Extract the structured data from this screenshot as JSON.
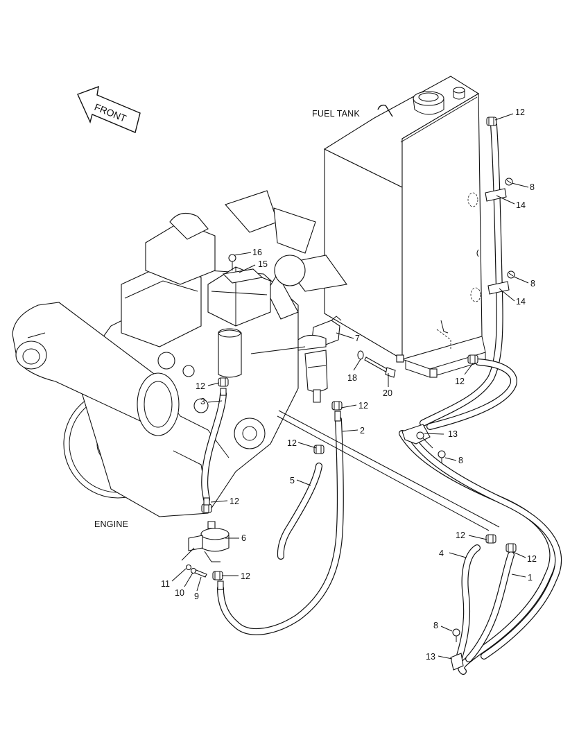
{
  "labels": {
    "front": "FRONT",
    "fuel_tank": "FUEL TANK",
    "engine": "ENGINE"
  },
  "callouts": [
    {
      "id": "c12a",
      "text": "12"
    },
    {
      "id": "c8a",
      "text": "8"
    },
    {
      "id": "c14a",
      "text": "14"
    },
    {
      "id": "c8b",
      "text": "8"
    },
    {
      "id": "c14b",
      "text": "14"
    },
    {
      "id": "c16",
      "text": "16"
    },
    {
      "id": "c15",
      "text": "15"
    },
    {
      "id": "c7",
      "text": "7"
    },
    {
      "id": "c18",
      "text": "18"
    },
    {
      "id": "c20",
      "text": "20"
    },
    {
      "id": "c12b",
      "text": "12"
    },
    {
      "id": "c12c",
      "text": "12"
    },
    {
      "id": "c3",
      "text": "3"
    },
    {
      "id": "c12d",
      "text": "12"
    },
    {
      "id": "c2",
      "text": "2"
    },
    {
      "id": "c13a",
      "text": "13"
    },
    {
      "id": "c12e",
      "text": "12"
    },
    {
      "id": "c8c",
      "text": "8"
    },
    {
      "id": "c5",
      "text": "5"
    },
    {
      "id": "c12f",
      "text": "12"
    },
    {
      "id": "c6",
      "text": "6"
    },
    {
      "id": "c12g",
      "text": "12"
    },
    {
      "id": "c4",
      "text": "4"
    },
    {
      "id": "c12h",
      "text": "12"
    },
    {
      "id": "c1",
      "text": "1"
    },
    {
      "id": "c11",
      "text": "11"
    },
    {
      "id": "c10",
      "text": "10"
    },
    {
      "id": "c9",
      "text": "9"
    },
    {
      "id": "c12i",
      "text": "12"
    },
    {
      "id": "c8d",
      "text": "8"
    },
    {
      "id": "c13b",
      "text": "13"
    }
  ]
}
